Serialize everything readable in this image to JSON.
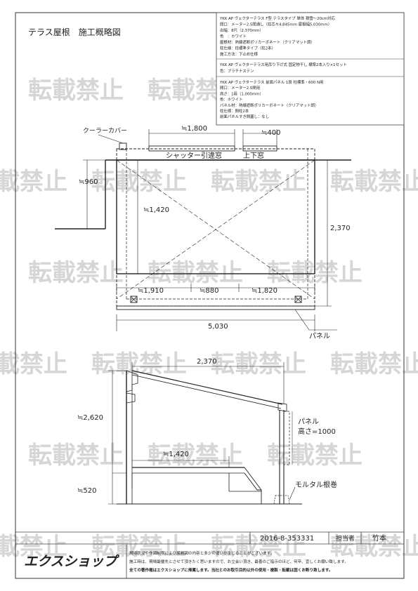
{
  "title": "テラス屋根　施工概略図",
  "spec_group1": [
    "YKK AP ヴェクターテラス F型 テラスタイプ 単体 積雪～20cm対応",
    "間口：メーター2.5間通し（柱芯々4,845mm 屋根幅5,030mm）",
    "出幅：8尺（2,370mm）",
    "色　：ホワイト",
    "屋根材：熱線遮断ポリカーボネート（クリアマット調）",
    "柱仕様：柱標準タイプ（柱2本）",
    "施工方法：下止め仕様"
  ],
  "spec_group2": [
    "YKK AP ヴェクターテラス用吊り下げ式 固定物干し 標準2本入り×1セット",
    "色：プラチナステン"
  ],
  "spec_group3": [
    "YKK AP ヴェクターテラス 前面パネル 1段 柱標準・600 N用",
    "間口：メーター2.5間用",
    "高さ：1段（1,000mm）",
    "色：ホワイト",
    "パネル材：熱線遮断ポリカーボネート（クリアマット調）",
    "柱仕様：間柱2本",
    "前面パネルすき間塞し：なし"
  ],
  "plan": {
    "cooler_cover": "クーラーカバー",
    "dim_1800": "≒1,800",
    "dim_400": "≒400",
    "shutter_window": "シャッター引違窓",
    "upper_lower_window": "上下窓",
    "dim_960": "≒960",
    "dim_1420": "≒1,420",
    "dim_2370": "2,370",
    "dim_1910": "≒1,910",
    "dim_880": "≒880",
    "dim_1820": "≒1,820",
    "dim_5030": "5,030",
    "panel": "パネル"
  },
  "section": {
    "dim_2370": "2,370",
    "dim_2620": "≒2,620",
    "panel": "パネル",
    "height": "高さ=1000",
    "dim_1420": "≒1,420",
    "dim_520": "≒520",
    "mortar": "モルタル根巻"
  },
  "footer": {
    "drawing_no": "2016-8-353331",
    "person_label": "担当者",
    "person_name": "竹本",
    "logo": "エクスショップ",
    "note1": "現場状況や作図制限により展開図の内容と多少の違いが生じることがございます。",
    "note2": "施工時は、現場最優先とさせて頂きたく思いますので、お立会い頂き、最善のご指示のほど、何卒、宜しくお願い致します。",
    "note3": "全ての著作権はエクスショップに帰属します。当社とのお取引目的以外の使用・複製・転載は固くお断り致します。",
    "watermark": "転載禁止"
  }
}
